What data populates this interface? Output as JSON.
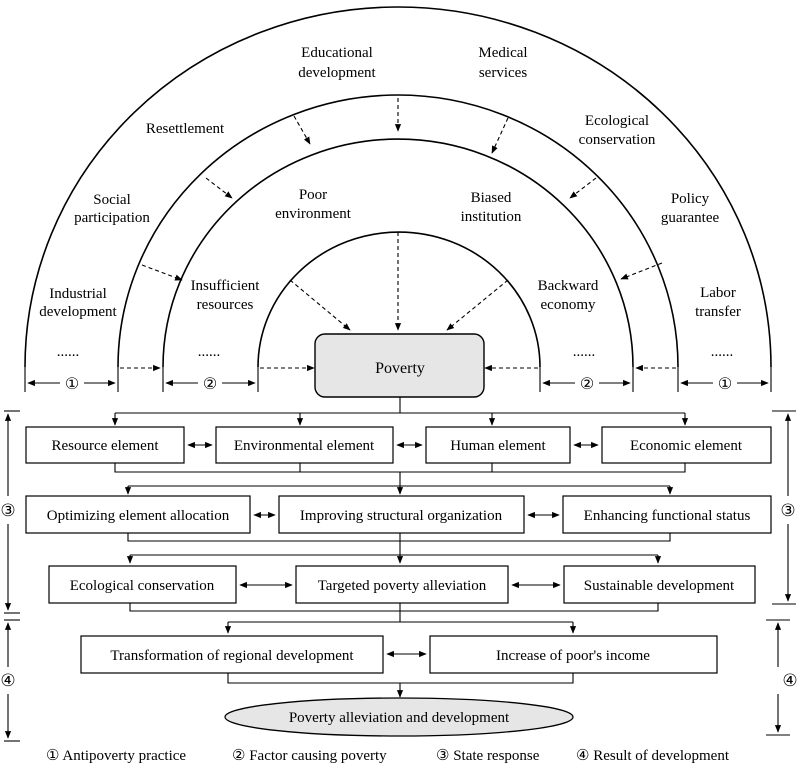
{
  "outer_ring": {
    "industrial_development": [
      "Industrial",
      "development"
    ],
    "social_participation": [
      "Social",
      "participation"
    ],
    "resettlement": [
      "Resettlement"
    ],
    "educational_development": [
      "Educational",
      "development"
    ],
    "medical_services": [
      "Medical",
      "services"
    ],
    "ecological_conservation": [
      "Ecological",
      "conservation"
    ],
    "policy_guarantee": [
      "Policy",
      "guarantee"
    ],
    "labor_transfer": [
      "Labor",
      "transfer"
    ],
    "ellipsis": "......"
  },
  "middle_ring": {
    "insufficient_resources": [
      "Insufficient",
      "resources"
    ],
    "poor_environment": [
      "Poor",
      "environment"
    ],
    "biased_institution": [
      "Biased",
      "institution"
    ],
    "backward_economy": [
      "Backward",
      "economy"
    ],
    "ellipsis": "......"
  },
  "center": {
    "poverty": "Poverty"
  },
  "markers": {
    "one": "①",
    "two": "②",
    "three": "③",
    "four": "④"
  },
  "row1": [
    "Resource element",
    "Environmental element",
    "Human element",
    "Economic element"
  ],
  "row2": [
    "Optimizing element allocation",
    "Improving structural organization",
    "Enhancing  functional status"
  ],
  "row3": [
    "Ecological conservation",
    "Targeted poverty alleviation",
    "Sustainable development"
  ],
  "row4": [
    "Transformation of regional development",
    "Increase of poor's income"
  ],
  "result": "Poverty alleviation and development",
  "legend": [
    "① Antipoverty practice",
    "② Factor causing poverty",
    "③ State response",
    "④ Result of development"
  ]
}
